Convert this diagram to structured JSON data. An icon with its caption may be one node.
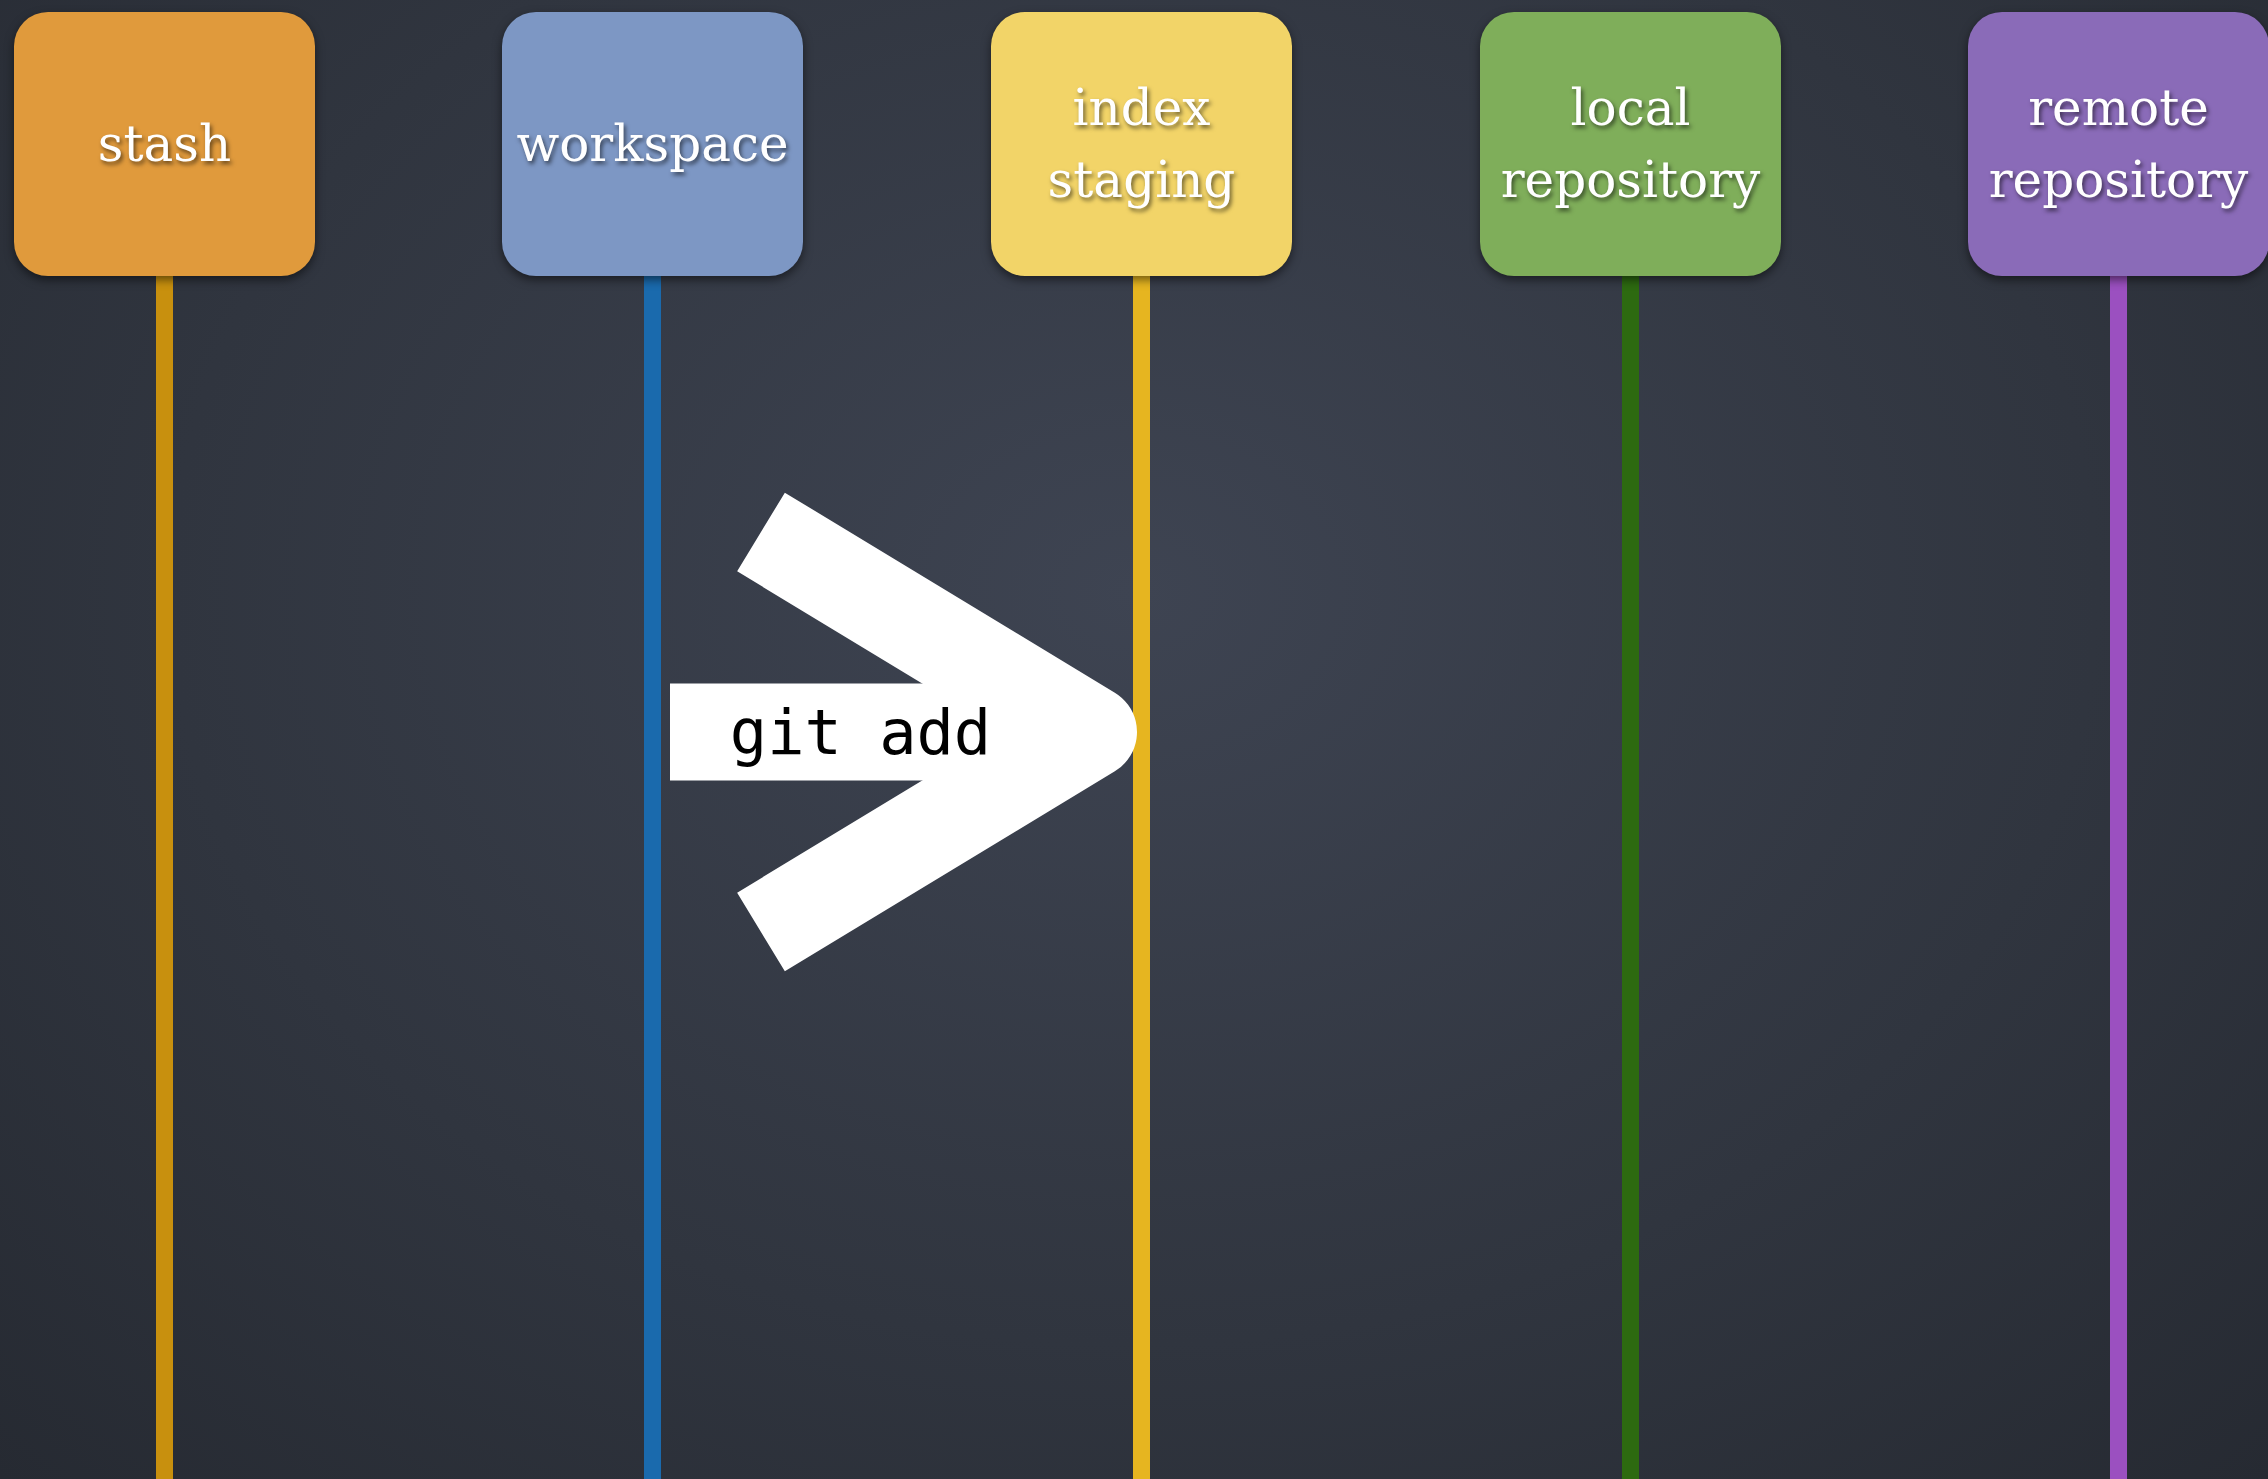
{
  "diagram": {
    "nodes": [
      {
        "text": [
          "stash"
        ]
      },
      {
        "text": [
          "workspace"
        ]
      },
      {
        "text": [
          "index staging"
        ]
      },
      {
        "text": [
          "local repository"
        ]
      },
      {
        "text": [
          "remote repository"
        ]
      }
    ],
    "edges": [
      {
        "from": 1,
        "to": 2,
        "arrow": "to",
        "label": "git add"
      }
    ]
  }
}
